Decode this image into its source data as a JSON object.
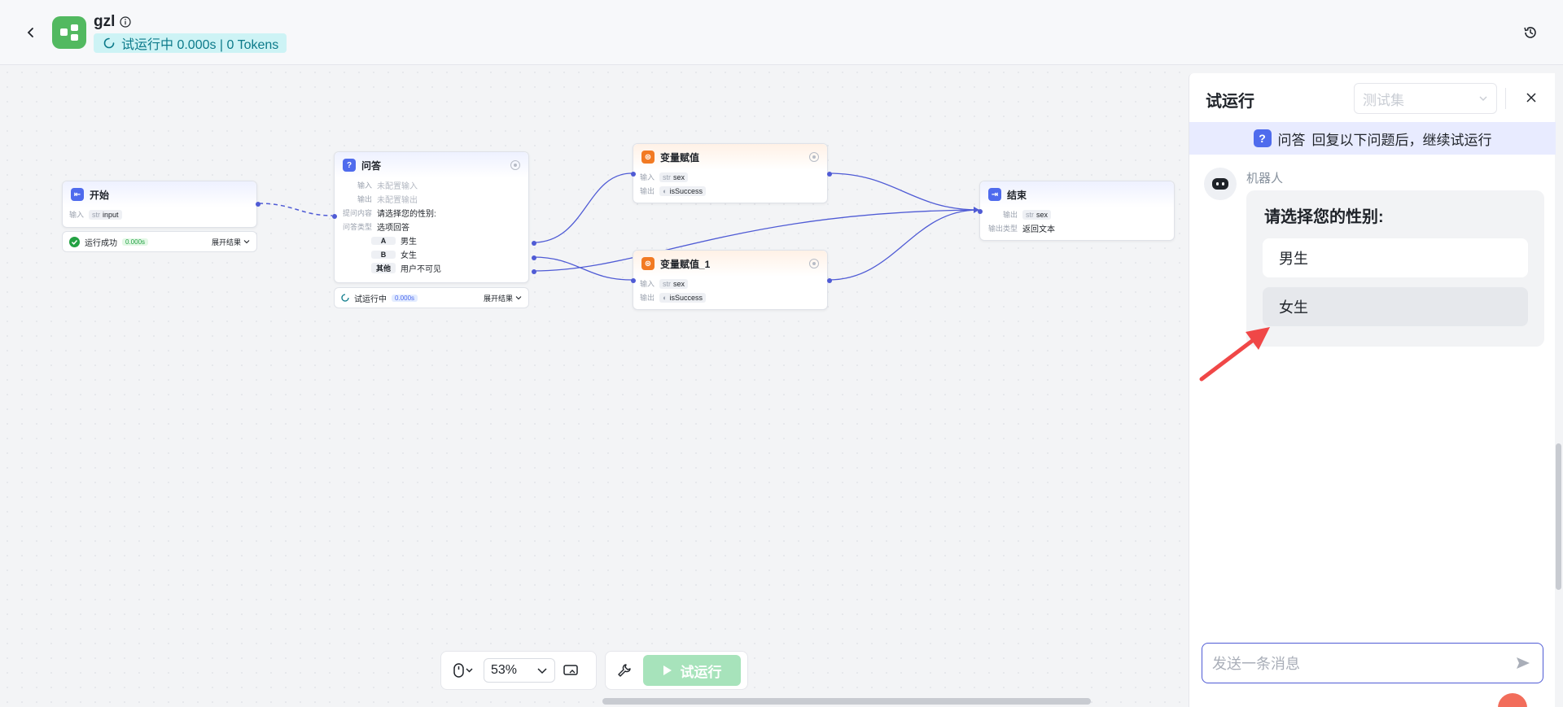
{
  "header": {
    "app_name": "gzl",
    "status_text": "试运行中 0.000s | 0 Tokens"
  },
  "nodes": {
    "start": {
      "title": "开始",
      "input_label": "输入",
      "input_type": "str",
      "input_name": "input",
      "status_text": "运行成功",
      "status_time": "0.000s",
      "expand_label": "展开结果"
    },
    "qa": {
      "title": "问答",
      "input_label": "输入",
      "input_value": "未配置输入",
      "output_label": "输出",
      "output_value": "未配置输出",
      "question_label": "提问内容",
      "question_value": "请选择您的性别:",
      "answer_type_label": "问答类型",
      "answer_type_value": "选项回答",
      "options": [
        {
          "key": "A",
          "text": "男生"
        },
        {
          "key": "B",
          "text": "女生"
        },
        {
          "key": "其他",
          "text": "用户不可见"
        }
      ],
      "status_text": "试运行中",
      "status_time": "0.000s",
      "expand_label": "展开结果"
    },
    "assign1": {
      "title": "变量赋值",
      "input_label": "输入",
      "input_type": "str",
      "input_name": "sex",
      "output_label": "输出",
      "output_name": "isSuccess"
    },
    "assign2": {
      "title": "变量赋值_1",
      "input_label": "输入",
      "input_type": "str",
      "input_name": "sex",
      "output_label": "输出",
      "output_name": "isSuccess"
    },
    "end": {
      "title": "结束",
      "output_label": "输出",
      "output_type": "str",
      "output_name": "sex",
      "output_kind_label": "输出类型",
      "output_kind_value": "返回文本"
    }
  },
  "toolbar": {
    "zoom": "53%",
    "run_label": "试运行"
  },
  "panel": {
    "title": "试运行",
    "dataset_placeholder": "测试集",
    "notice_node": "问答",
    "notice_text": "回复以下问题后，继续试运行",
    "bot_name": "机器人",
    "question": "请选择您的性别:",
    "options": [
      "男生",
      "女生"
    ],
    "input_placeholder": "发送一条消息"
  },
  "colors": {
    "accent": "#4f5bd5",
    "success": "#23a143",
    "run_button": "#a7e3bb",
    "status_bg": "#cdf3f5",
    "annotation_arrow": "#f04747"
  }
}
